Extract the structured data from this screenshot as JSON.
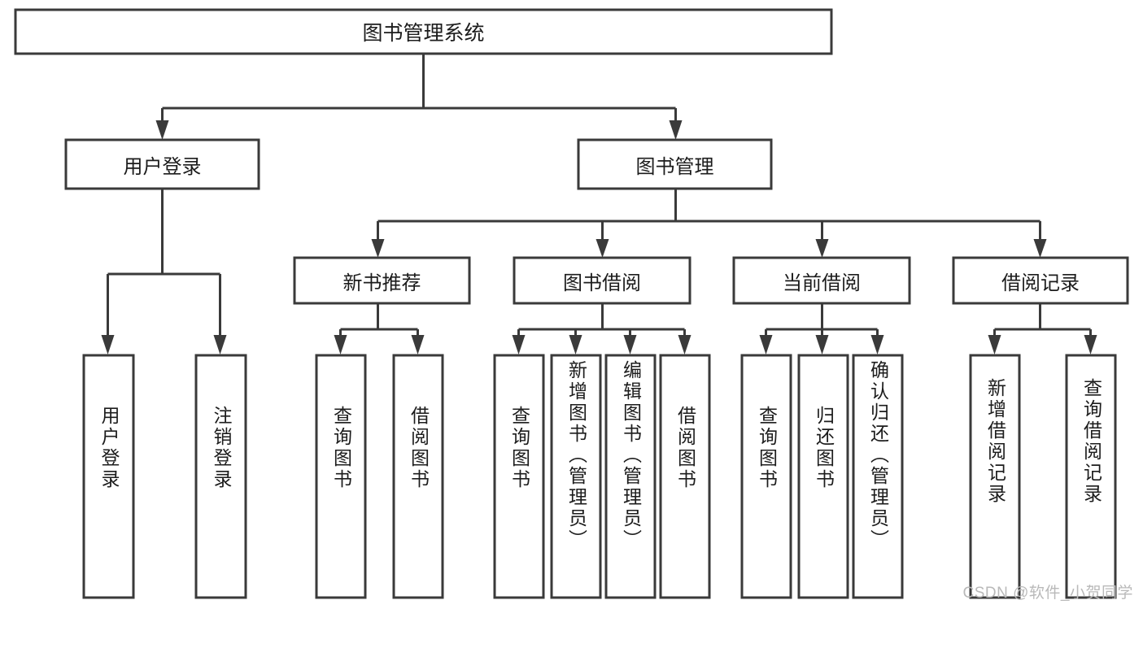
{
  "diagram": {
    "type": "tree-hierarchy",
    "title": "图书管理系统",
    "watermark": "CSDN @软件_小贺同学",
    "colors": {
      "box_stroke": "#3a3a3a",
      "box_fill": "#ffffff",
      "text": "#1c1c1c",
      "background": "#ffffff",
      "watermark": "#b9b9b9"
    },
    "root": {
      "label": "图书管理系统"
    },
    "level1": [
      {
        "id": "user-login",
        "label": "用户登录"
      },
      {
        "id": "book-management",
        "label": "图书管理"
      }
    ],
    "level2": [
      {
        "id": "new-book-recommend",
        "label": "新书推荐",
        "parent": "book-management"
      },
      {
        "id": "book-borrow",
        "label": "图书借阅",
        "parent": "book-management"
      },
      {
        "id": "current-borrow",
        "label": "当前借阅",
        "parent": "book-management"
      },
      {
        "id": "borrow-record",
        "label": "借阅记录",
        "parent": "book-management"
      }
    ],
    "leaves": {
      "user-login": [
        {
          "id": "leaf-user-login",
          "label": "用户登录"
        },
        {
          "id": "leaf-user-logout",
          "label": "注销登录"
        }
      ],
      "new-book-recommend": [
        {
          "id": "leaf-query-book-1",
          "label": "查询图书"
        },
        {
          "id": "leaf-borrow-book-1",
          "label": "借阅图书"
        }
      ],
      "book-borrow": [
        {
          "id": "leaf-query-book-2",
          "label": "查询图书"
        },
        {
          "id": "leaf-add-book",
          "label": "新增图书（管理员）"
        },
        {
          "id": "leaf-edit-book",
          "label": "编辑图书（管理员）"
        },
        {
          "id": "leaf-borrow-book-2",
          "label": "借阅图书"
        }
      ],
      "current-borrow": [
        {
          "id": "leaf-query-book-3",
          "label": "查询图书"
        },
        {
          "id": "leaf-return-book",
          "label": "归还图书"
        },
        {
          "id": "leaf-confirm-return",
          "label": "确认归还（管理员）"
        }
      ],
      "borrow-record": [
        {
          "id": "leaf-add-record",
          "label": "新增借阅记录"
        },
        {
          "id": "leaf-query-record",
          "label": "查询借阅记录"
        }
      ]
    }
  }
}
